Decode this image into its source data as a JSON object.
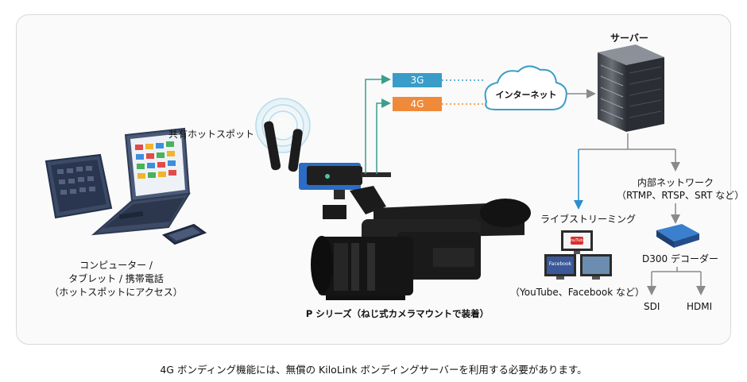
{
  "labels": {
    "server": "サーバー",
    "net_3g": "3G",
    "net_4g": "4G",
    "internet": "インターネット",
    "hotspot": "共有ホットスポット",
    "device_line1": "コンピューター /",
    "device_line2": "タブレット / 携帯電話",
    "device_line3": "（ホットスポットにアクセス）",
    "camera": "P シリーズ（ねじ式カメラマウントで装着）",
    "live_streaming": "ライブストリーミング",
    "live_services": "（YouTube、Facebook など）",
    "internal_line1": "内部ネットワーク",
    "internal_line2": "（RTMP、RTSP、SRT など）",
    "decoder": "D300 デコーダー",
    "out_sdi": "SDI",
    "out_hdmi": "HDMI",
    "screen_youtube": "YouTube",
    "screen_facebook": "Facebook"
  },
  "caption": "4G ボンディング機能には、無償の KiloLink ボンディングサーバーを利用する必要があります。",
  "colors": {
    "net_3g": "#3a9dc9",
    "net_4g": "#ef8a3a",
    "connector": "#3b9e8a",
    "arrow_blue": "#2a8fd0",
    "arrow_gray": "#8a8a8a",
    "bracket": "#2b6cc4"
  }
}
